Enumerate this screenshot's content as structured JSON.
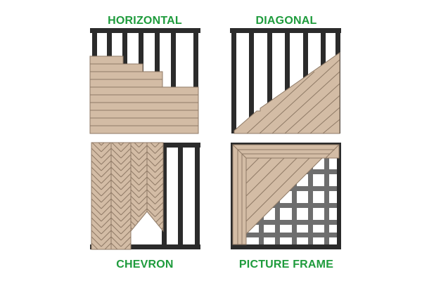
{
  "labels": {
    "horizontal": "HORIZONTAL",
    "diagonal": "DIAGONAL",
    "chevron": "CHEVRON",
    "picture_frame": "PICTURE FRAME"
  },
  "colors": {
    "label_green": "#1e9b3c",
    "joist": "#2b2b2b",
    "board": "#d3bca5",
    "board_line": "#8f7a66",
    "joist_light": "#6e6e6e"
  }
}
